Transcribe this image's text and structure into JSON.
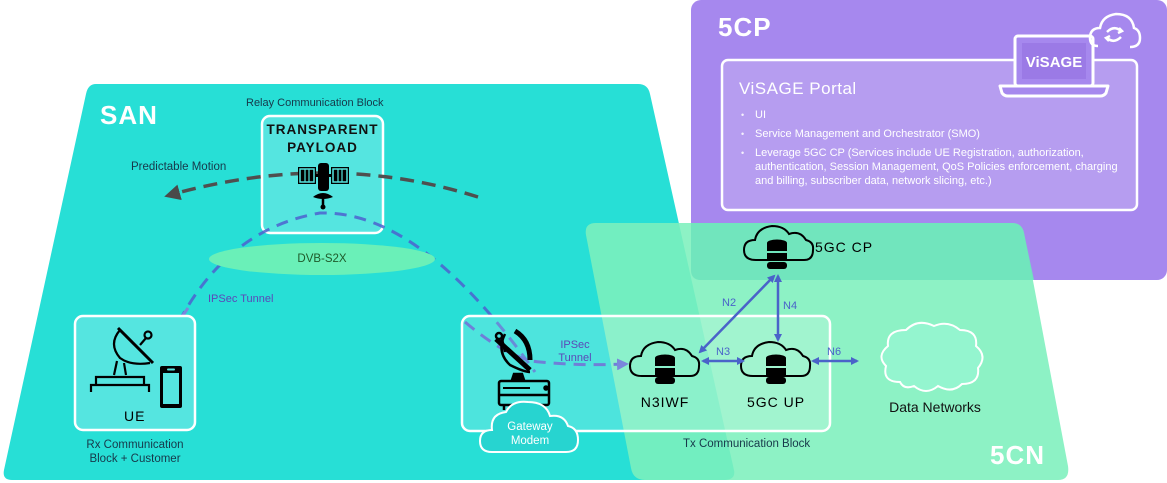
{
  "regions": {
    "san": {
      "title": "SAN",
      "color": "#27dfd6"
    },
    "fivecp": {
      "title": "5CP",
      "color": "#a688ee"
    },
    "fivecn": {
      "title": "5CN",
      "color": "#7df0bd"
    }
  },
  "portal": {
    "title": "ViSAGE Portal",
    "logo_text": "ViSAGE",
    "items": [
      "UI",
      "Service Management and Orchestrator (SMO)",
      "Leverage 5GC CP (Services include UE Registration, authorization, authentication, Session Management, QoS Policies enforcement, charging and billing, subscriber data, network slicing, etc.)"
    ]
  },
  "san": {
    "relay_block_label": "Relay Communication Block",
    "payload_label_line1": "TRANSPARENT",
    "payload_label_line2": "PAYLOAD",
    "motion_label": "Predictable Motion",
    "dvb_label": "DVB-S2X",
    "ipsec_left_label": "IPSec Tunnel",
    "ue_label": "UE",
    "rx_block_label_line1": "Rx Communication",
    "rx_block_label_line2": "Block + Customer"
  },
  "core": {
    "ipsec_right_line1": "IPSec",
    "ipsec_right_line2": "Tunnel",
    "gateway_line1": "Gateway",
    "gateway_line2": "Modem",
    "n3iwf_label": "N3IWF",
    "upf_label": "5GC UP",
    "cp_label": "5GC CP",
    "data_networks_label": "Data Networks",
    "tx_block_label": "Tx Communication Block",
    "links": {
      "n2": "N2",
      "n3": "N3",
      "n4": "N4",
      "n6": "N6"
    },
    "link_color": "#4a63c9"
  }
}
